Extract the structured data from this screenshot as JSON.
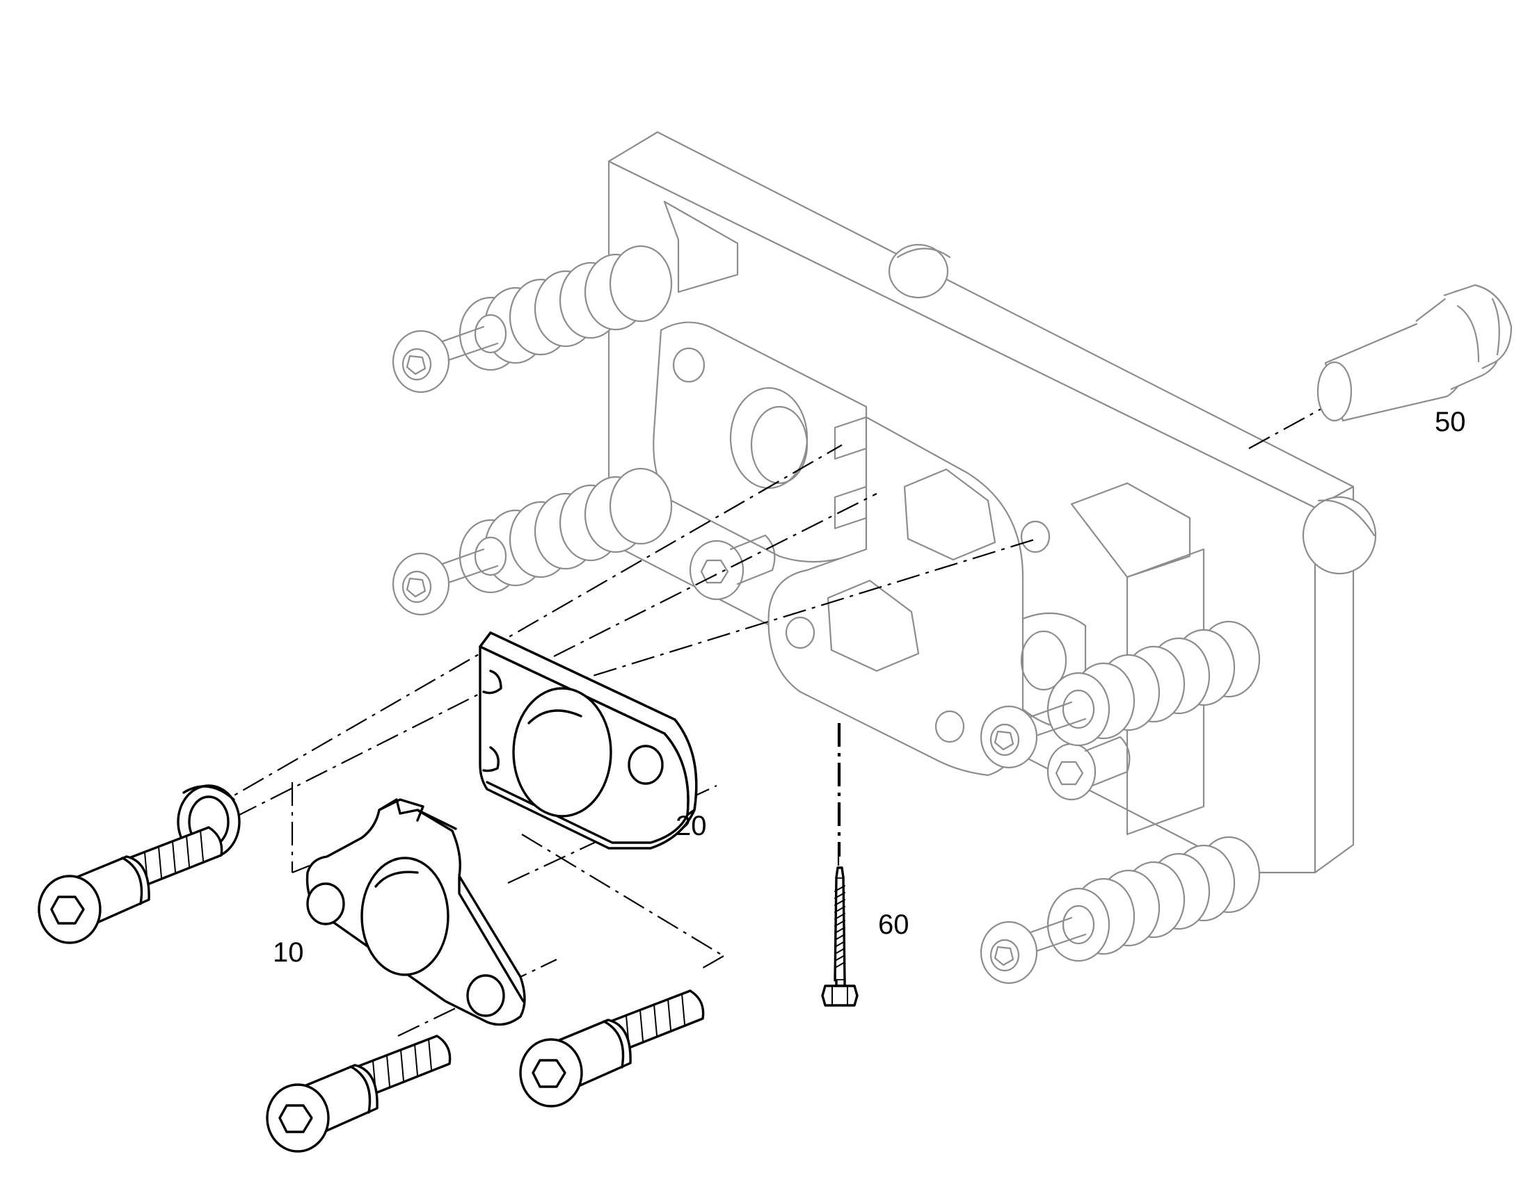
{
  "callouts": [
    {
      "id": "10",
      "text": "10"
    },
    {
      "id": "20",
      "text": "20"
    },
    {
      "id": "50",
      "text": "50"
    },
    {
      "id": "60",
      "text": "60"
    }
  ],
  "colors": {
    "background": "#ffffff",
    "foreground_part": "#000000",
    "background_part": "#8c8c8c"
  }
}
